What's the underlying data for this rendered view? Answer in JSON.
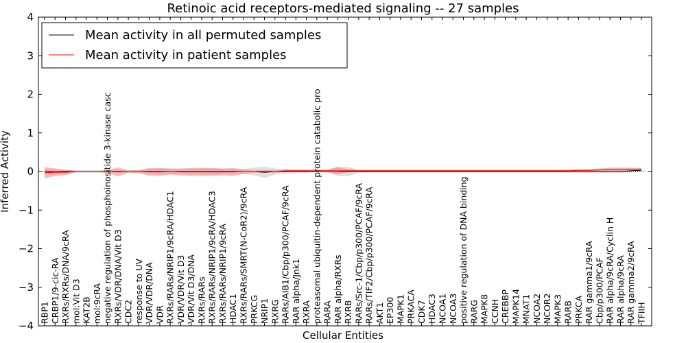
{
  "chart_data": {
    "type": "line",
    "title": "Retinoic acid receptors-mediated signaling -- 27 samples",
    "xlabel": "Cellular Entities",
    "ylabel": "Inferred Activity",
    "ylim": [
      -4,
      4
    ],
    "yticks": [
      "−4",
      "−3",
      "−2",
      "−1",
      "0",
      "1",
      "2",
      "3",
      "4"
    ],
    "ytick_values": [
      -4,
      -3,
      -2,
      -1,
      0,
      1,
      2,
      3,
      4
    ],
    "grid": false,
    "legend_position": "top-left",
    "categories": [
      "RBP1",
      "CRBP1/9-cic-RA",
      "RXRs/RXRs/DNA/9cRA",
      "mol:Vit D3",
      "KAT2B",
      "mol:9cRA",
      "negative regulation of phosphoinositide 3-kinase casc",
      "RXRs/VDR/DNA/Vit D3",
      "CDC2",
      "response to UV",
      "VDR/VDR/DNA",
      "VDR",
      "RXRs/RARs/NRIP1/9cRA/HDAC1",
      "VDR/VDR/Vit D3",
      "VDR/Vit D3/DNA",
      "RXRs/RARs",
      "RXRs/RARs/NRIP1/9cRA/HDAC3",
      "RXRs/RARs/NRIP1/9cRA",
      "HDAC1",
      "RXRs/RARs/SMRT(N-CoR2)/9cRA",
      "PRKCG",
      "NRIP1",
      "RXRG",
      "RARs/AIB1/Cbp/p300/PCAF/9cRA",
      "RAR alpha/Jnk1",
      "RXRA",
      "proteasomal ubiquitin-dependent protein catabolic pro",
      "RARA",
      "RAR alpha/RXRs",
      "RXRB",
      "RARs/Src-1/Cbp/p300/PCAF/9cRA",
      "RARs/TIF2/Cbp/p300/PCAF/9cRA",
      "AKT1",
      "EP300",
      "MAPK1",
      "PRKACA",
      "CDK7",
      "HDAC3",
      "NCOA1",
      "NCOA3",
      "positive regulation of DNA binding",
      "RARG",
      "MAPK8",
      "CCNH",
      "CREBBP",
      "MAPK14",
      "MNAT1",
      "NCOA2",
      "NCOR2",
      "MAPK3",
      "RARB",
      "PRKCA",
      "RAR gamma1/9cRA",
      "Cbp/p300/PCAF",
      "RAR alpha/9cRA/Cyclin H",
      "RAR alpha/9cRA",
      "RAR gamma2/9cRA",
      "TFIIH"
    ],
    "series": [
      {
        "name": "Mean activity in all permuted samples",
        "color": "#000000",
        "band_color": "#bbbbbb",
        "values": [
          0.0,
          -0.01,
          0.0,
          0.0,
          0.0,
          0.0,
          0.0,
          0.0,
          0.0,
          0.0,
          0.0,
          0.0,
          0.0,
          0.0,
          0.0,
          0.0,
          0.0,
          0.0,
          0.0,
          0.0,
          0.0,
          -0.02,
          0.0,
          0.0,
          0.0,
          0.0,
          0.01,
          0.01,
          0.01,
          0.0,
          0.0,
          0.0,
          0.0,
          0.0,
          0.0,
          0.0,
          0.0,
          0.0,
          0.0,
          0.0,
          0.0,
          0.0,
          0.0,
          0.0,
          0.0,
          0.0,
          0.0,
          0.0,
          0.0,
          0.0,
          0.0,
          0.0,
          0.0,
          0.0,
          0.0,
          0.0,
          0.02,
          0.03
        ],
        "band": [
          0.06,
          0.05,
          0.04,
          0.03,
          0.03,
          0.03,
          0.04,
          0.03,
          0.03,
          0.04,
          0.05,
          0.08,
          0.06,
          0.05,
          0.06,
          0.08,
          0.08,
          0.06,
          0.05,
          0.06,
          0.1,
          0.15,
          0.08,
          0.06,
          0.05,
          0.04,
          0.03,
          0.04,
          0.12,
          0.12,
          0.04,
          0.03,
          0.03,
          0.03,
          0.03,
          0.03,
          0.03,
          0.03,
          0.03,
          0.03,
          0.03,
          0.03,
          0.03,
          0.03,
          0.03,
          0.03,
          0.03,
          0.03,
          0.03,
          0.03,
          0.03,
          0.03,
          0.04,
          0.04,
          0.05,
          0.04,
          0.04,
          0.03
        ]
      },
      {
        "name": "Mean activity in patient samples",
        "color": "#ff0000",
        "band_color": "#f08080",
        "values": [
          -0.03,
          -0.02,
          -0.02,
          0.0,
          0.0,
          0.0,
          0.0,
          -0.01,
          0.0,
          0.0,
          -0.01,
          -0.01,
          0.0,
          -0.01,
          -0.01,
          -0.01,
          -0.01,
          -0.01,
          -0.01,
          0.0,
          0.0,
          0.0,
          0.0,
          0.02,
          0.02,
          0.02,
          0.02,
          0.02,
          0.02,
          0.02,
          0.02,
          0.02,
          0.02,
          0.02,
          0.02,
          0.02,
          0.02,
          0.02,
          0.02,
          0.02,
          0.02,
          0.02,
          0.02,
          0.02,
          0.02,
          0.02,
          0.02,
          0.02,
          0.02,
          0.02,
          0.02,
          0.03,
          0.03,
          0.04,
          0.05,
          0.05,
          0.06,
          0.06
        ],
        "band": [
          0.14,
          0.1,
          0.07,
          0.02,
          0.02,
          0.02,
          0.03,
          0.12,
          0.03,
          0.04,
          0.1,
          0.1,
          0.08,
          0.09,
          0.1,
          0.1,
          0.1,
          0.09,
          0.1,
          0.06,
          0.03,
          0.04,
          0.03,
          0.03,
          0.03,
          0.03,
          0.03,
          0.03,
          0.09,
          0.04,
          0.03,
          0.03,
          0.03,
          0.03,
          0.03,
          0.03,
          0.03,
          0.03,
          0.03,
          0.03,
          0.03,
          0.03,
          0.03,
          0.03,
          0.03,
          0.03,
          0.03,
          0.03,
          0.03,
          0.03,
          0.03,
          0.03,
          0.03,
          0.04,
          0.05,
          0.05,
          0.04,
          0.03
        ]
      }
    ]
  }
}
